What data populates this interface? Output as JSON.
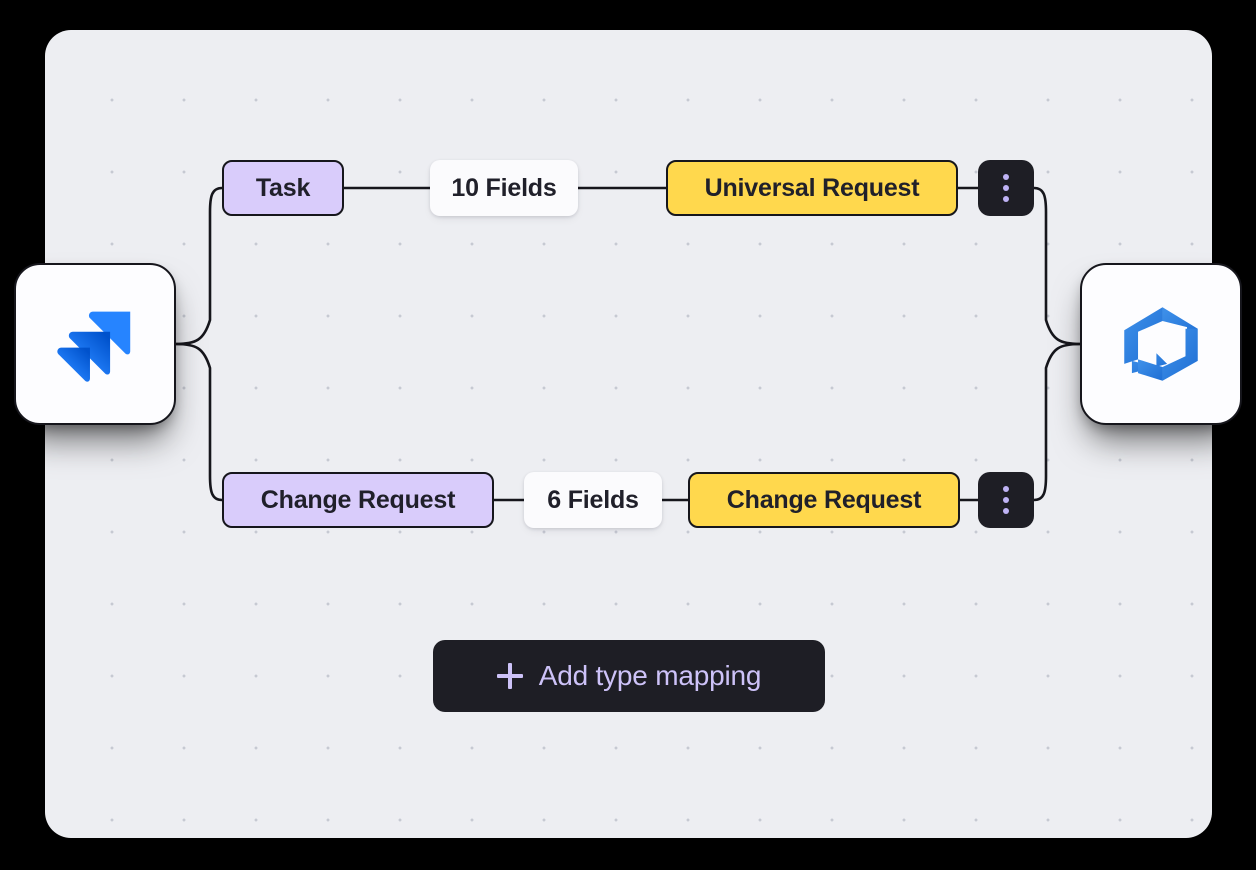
{
  "canvas": {
    "background_color": "#edeef2",
    "page_background_color": "#000000",
    "dot_grid_color": "#c6c9d2"
  },
  "endpoints": {
    "source": {
      "name": "jira-logo",
      "label": "Jira",
      "brand_color": "#2684FF"
    },
    "target": {
      "name": "azure-devops-logo",
      "label": "Azure DevOps",
      "brand_color": "#2F80E8"
    }
  },
  "colors": {
    "source_pill": "#d9ccfb",
    "target_pill": "#ffd84d",
    "fields_pill": "#fbfbfd",
    "dark": "#1e1e25",
    "accent_lavender": "#cdc2f8",
    "stroke": "#16161c"
  },
  "mappings": [
    {
      "source_type": "Task",
      "fields_label": "10 Fields",
      "field_count": 10,
      "target_type": "Universal Request",
      "menu_icon": "kebab-menu-icon"
    },
    {
      "source_type": "Change Request",
      "fields_label": "6 Fields",
      "field_count": 6,
      "target_type": "Change Request",
      "menu_icon": "kebab-menu-icon"
    }
  ],
  "actions": {
    "add_mapping": {
      "label": "Add type mapping",
      "icon": "plus-icon"
    }
  }
}
